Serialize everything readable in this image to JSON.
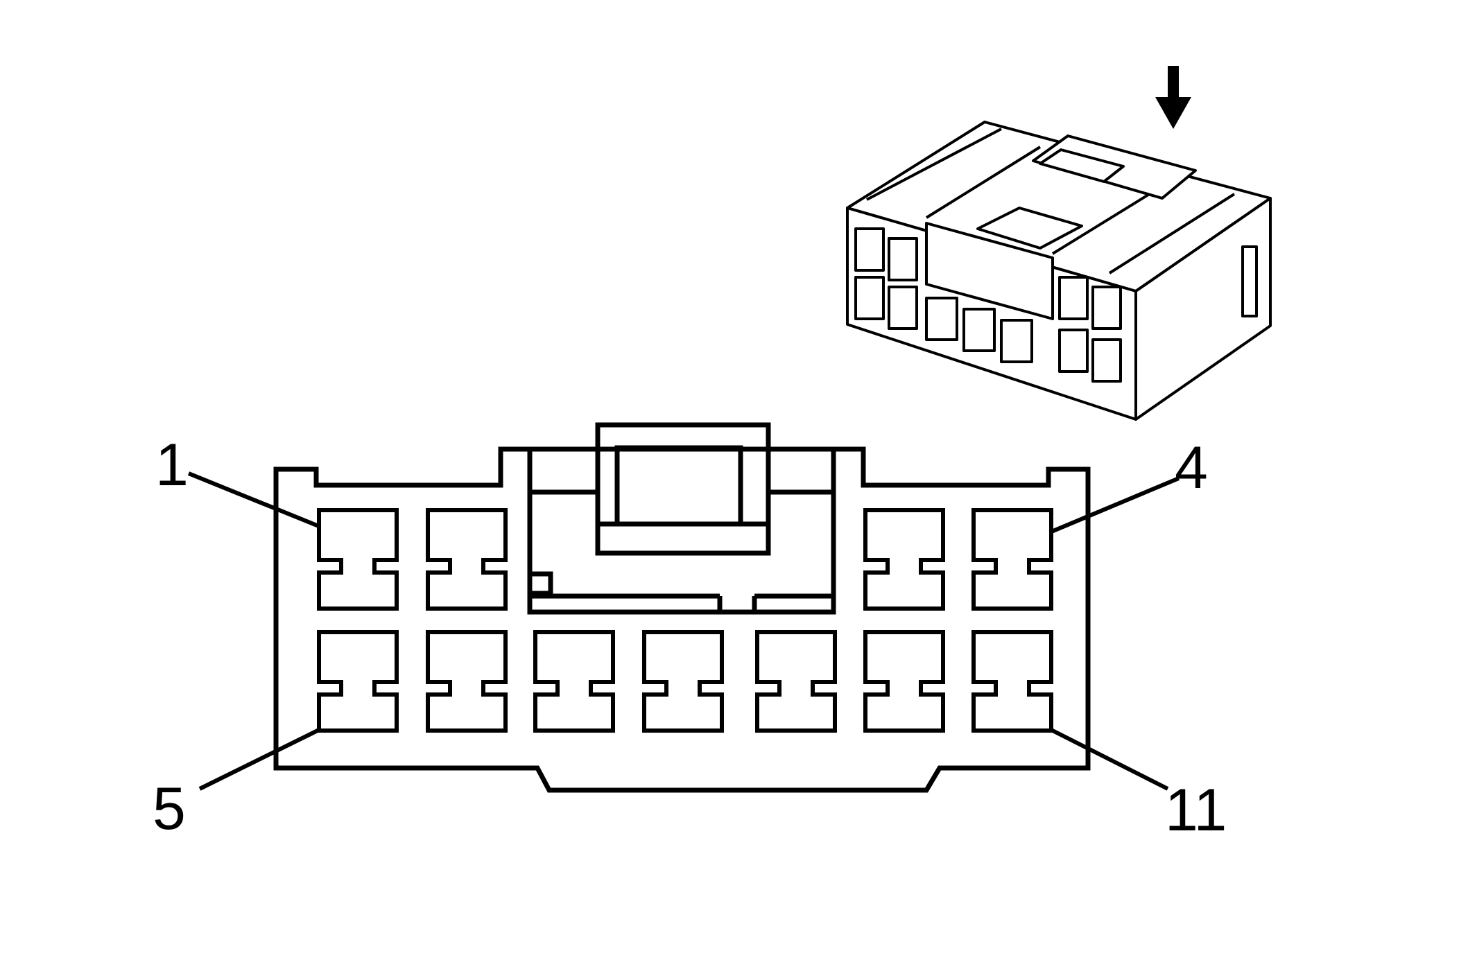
{
  "pin_labels": {
    "top_left": "1",
    "top_right": "4",
    "bottom_left": "5",
    "bottom_right": "11"
  },
  "icons": {
    "direction_arrow": "arrow-down-icon",
    "connector_3d": "connector-perspective-icon",
    "connector_face": "connector-face-view"
  },
  "colors": {
    "line": "#000000",
    "background": "#ffffff"
  }
}
